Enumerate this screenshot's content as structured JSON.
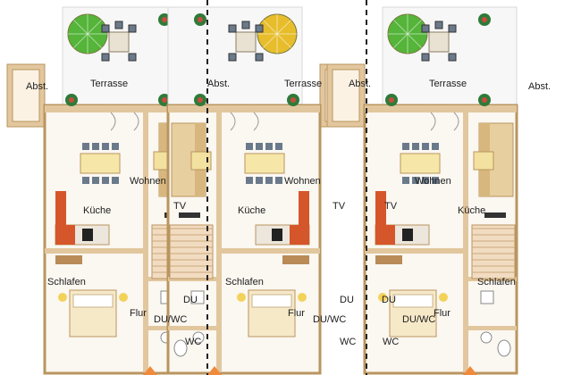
{
  "labels": {
    "terrasse": "Terrasse",
    "abst": "Abst.",
    "wohnen": "Wohnen",
    "kueche": "Küche",
    "tv": "TV",
    "schlafen": "Schlafen",
    "flur": "Flur",
    "du": "DU",
    "du_wc": "DU/WC",
    "wc": "WC"
  },
  "units": [
    {
      "mirror": false,
      "umbrella_color": "#55b43a"
    },
    {
      "mirror": true,
      "umbrella_color": "#e7bd2c"
    },
    {
      "mirror": false,
      "umbrella_color": "#55b43a"
    }
  ],
  "colors": {
    "wall": "#e2c79e",
    "wall_edge": "#b9955f",
    "floor": "#fbf7f1",
    "terrace": "#f7f7f7",
    "kitchen_red": "#d5562a",
    "divider": "#222222",
    "arrow": "#f08a3c"
  }
}
